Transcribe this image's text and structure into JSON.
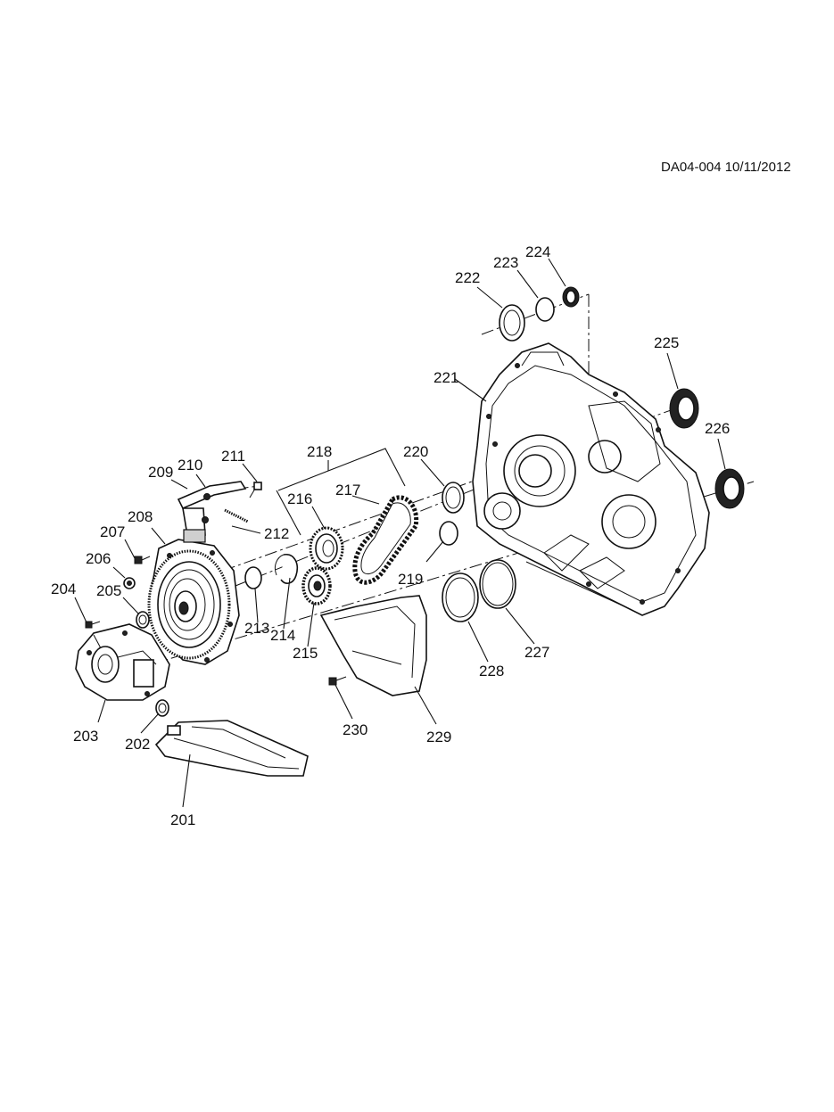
{
  "reference": "DA04-004 10/11/2012",
  "callouts": {
    "c201": "201",
    "c202": "202",
    "c203": "203",
    "c204": "204",
    "c205": "205",
    "c206": "206",
    "c207": "207",
    "c208": "208",
    "c209": "209",
    "c210": "210",
    "c211": "211",
    "c212": "212",
    "c213": "213",
    "c214": "214",
    "c215": "215",
    "c216": "216",
    "c217": "217",
    "c218": "218",
    "c219": "219",
    "c220": "220",
    "c221": "221",
    "c222": "222",
    "c223": "223",
    "c224": "224",
    "c225": "225",
    "c226": "226",
    "c227": "227",
    "c228": "228",
    "c229": "229",
    "c230": "230"
  },
  "colors": {
    "ink": "#111111",
    "background": "#ffffff"
  }
}
